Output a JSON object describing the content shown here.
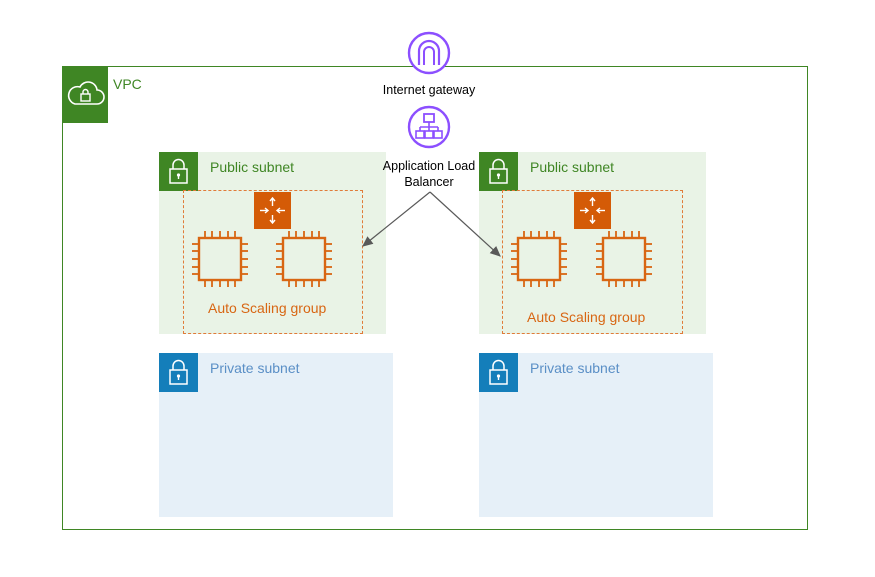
{
  "vpc": {
    "label": "VPC",
    "icon": "vpc-cloud-lock-icon"
  },
  "internet_gateway": {
    "label": "Internet gateway",
    "icon": "internet-gateway-icon"
  },
  "alb": {
    "label_line1": "Application Load",
    "label_line2": "Balancer",
    "icon": "load-balancer-icon"
  },
  "subnets": {
    "public_left": {
      "label": "Public subnet"
    },
    "public_right": {
      "label": "Public subnet"
    },
    "private_left": {
      "label": "Private subnet"
    },
    "private_right": {
      "label": "Private subnet"
    }
  },
  "asg": {
    "left": {
      "label": "Auto Scaling group"
    },
    "right": {
      "label": "Auto Scaling group"
    }
  },
  "colors": {
    "vpc_green": "#3f8624",
    "public_bg": "#e9f3e6",
    "private_bg": "#e6f0f8",
    "private_blue": "#147eba",
    "asg_orange": "#d86613",
    "purple": "#8c4fff"
  }
}
